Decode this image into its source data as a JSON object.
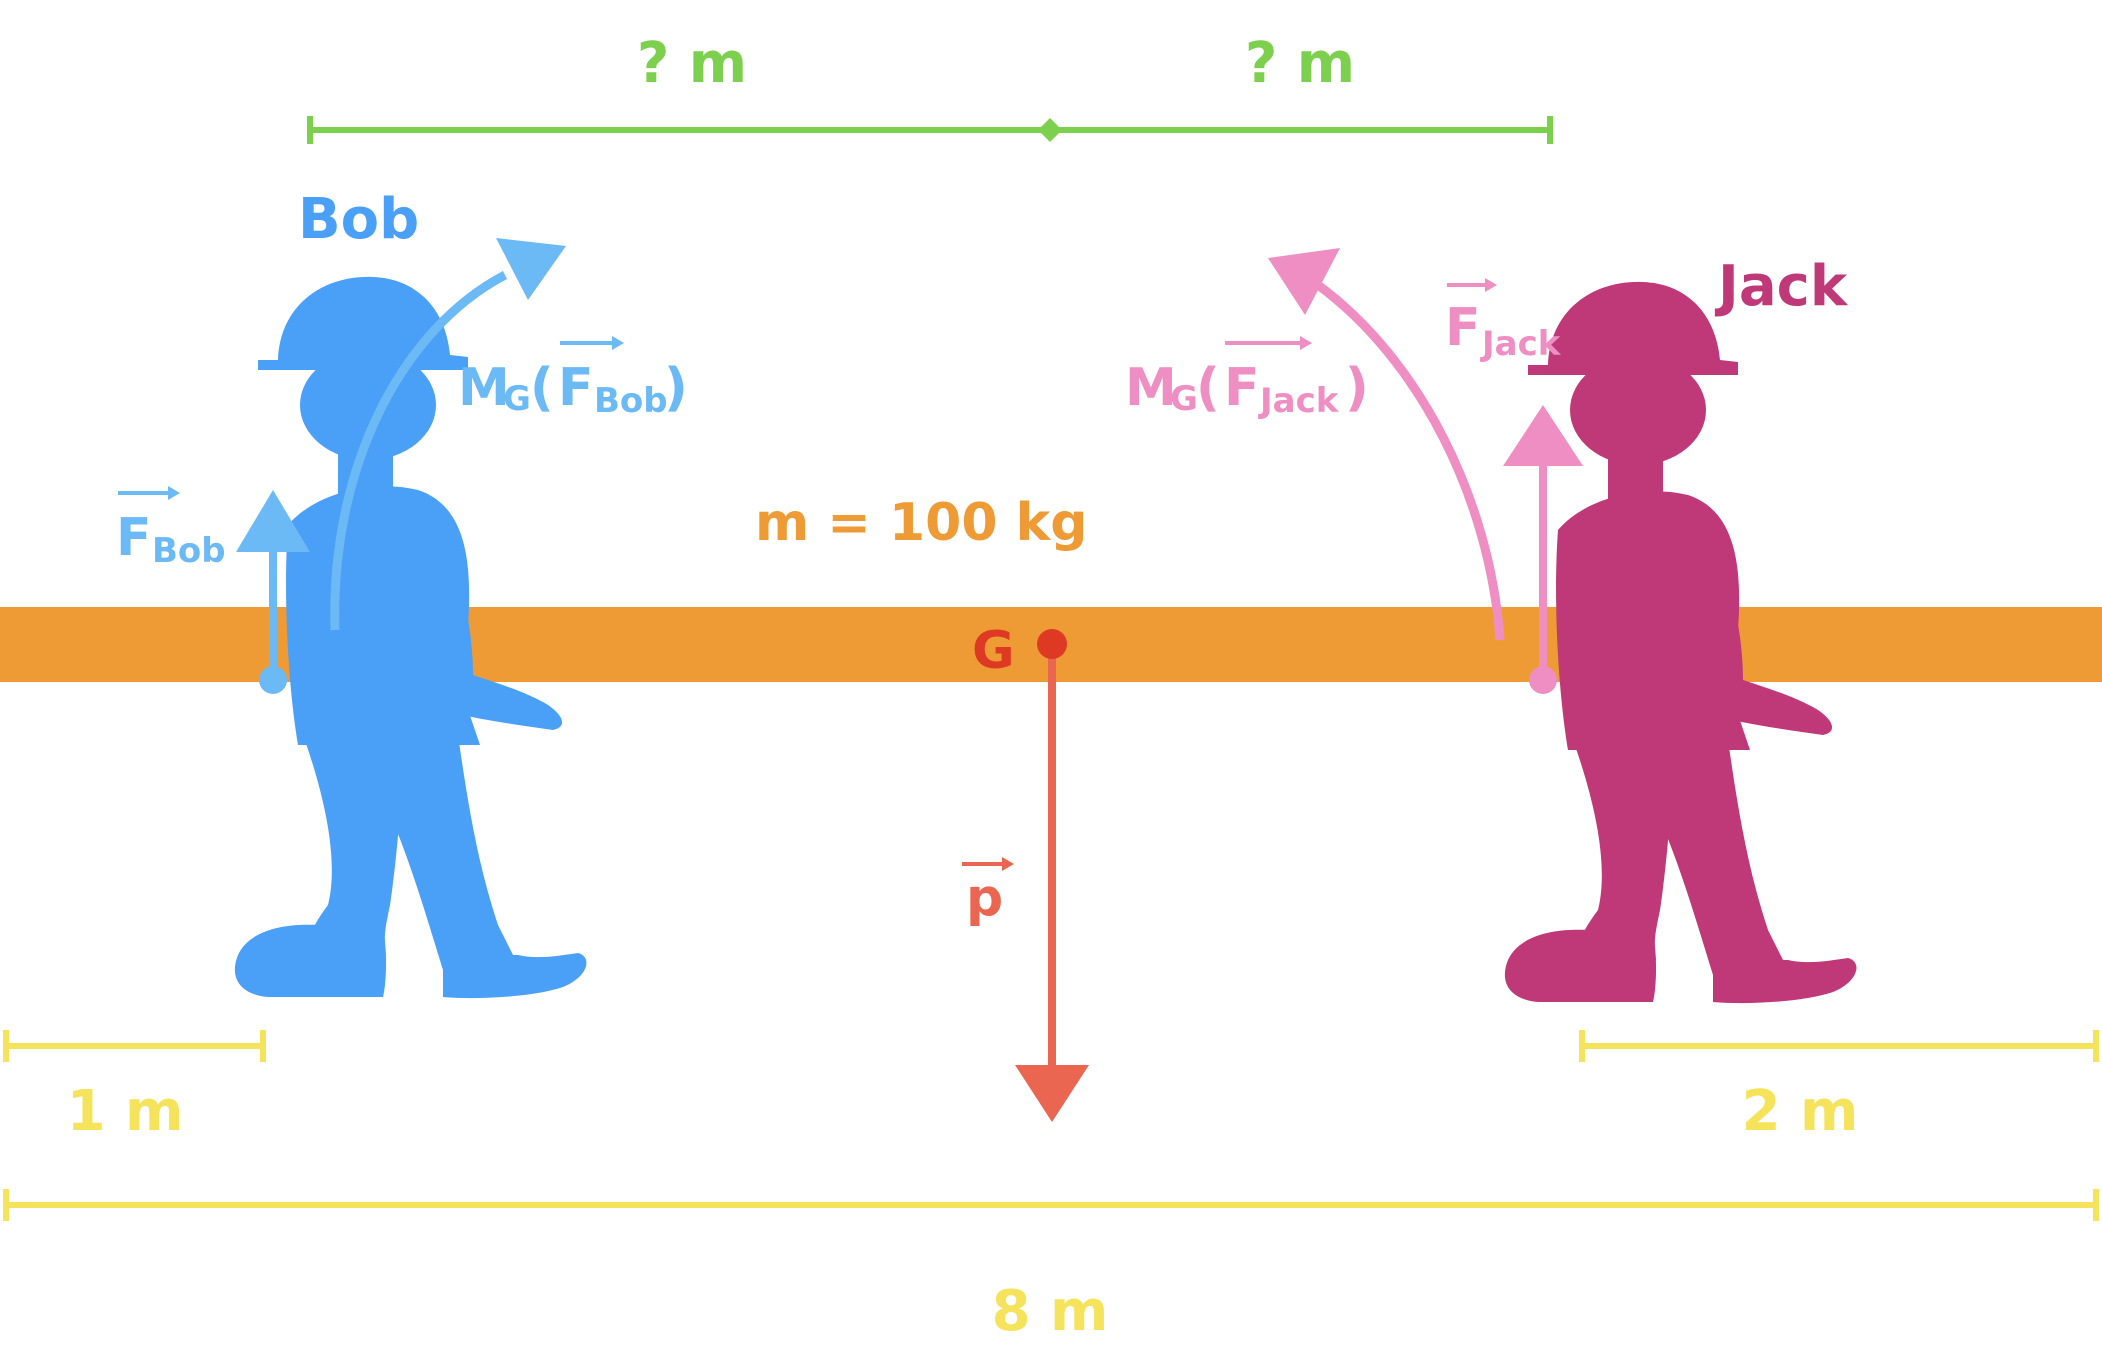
{
  "colors": {
    "beam": "#EE9B36",
    "bob": "#4A9FF7",
    "bob_force": "#6BB9F5",
    "jack": "#BF3877",
    "jack_force": "#EE8EC2",
    "weight": "#EA6650",
    "center": "#DE3A23",
    "top_dim": "#7CD04E",
    "bottom_dim": "#F6E35C",
    "mass": "#EE9B36"
  },
  "labels": {
    "top_left_distance": "? m",
    "top_right_distance": "? m",
    "bob_name": "Bob",
    "jack_name": "Jack",
    "moment_prefix": "M",
    "moment_sub": "G",
    "open_paren": "(",
    "close_paren": ")",
    "force_symbol": "F",
    "bob_sub": "Bob",
    "jack_sub": "Jack",
    "mass": "m = 100 kg",
    "center": "G",
    "weight": "p",
    "left_offset": "1 m",
    "right_offset": "2 m",
    "beam_length": "8 m"
  },
  "icons": {
    "bob": "walking-worker-hardhat-silhouette",
    "jack": "walking-worker-hardhat-silhouette"
  }
}
